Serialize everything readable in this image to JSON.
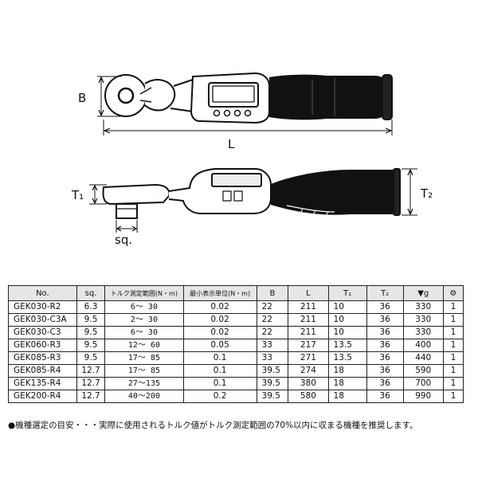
{
  "drawing": {
    "top_dim_height": "B",
    "top_dim_length": "L",
    "side_dim_t1": "T₁",
    "side_dim_t2": "T₂",
    "side_dim_sq": "sq."
  },
  "table": {
    "headers": {
      "no": "No.",
      "sq": "sq.",
      "range": "トルク測定範囲(N・m)",
      "min_unit": "最小表示単位(N・m)",
      "b": "B",
      "l": "L",
      "t1": "T₁",
      "t2": "T₂",
      "weight": "▼g",
      "qty": "⚙"
    },
    "rows": [
      {
        "no": "GEK030-R2",
        "sq": "6.3",
        "range": "6～ 30",
        "min": "0.02",
        "b": "22",
        "l": "211",
        "t1": "10",
        "t2": "36",
        "g": "330",
        "qty": "1"
      },
      {
        "no": "GEK030-C3A",
        "sq": "9.5",
        "range": "2～ 30",
        "min": "0.02",
        "b": "22",
        "l": "211",
        "t1": "10",
        "t2": "36",
        "g": "330",
        "qty": "1"
      },
      {
        "no": "GEK030-C3",
        "sq": "9.5",
        "range": "6～ 30",
        "min": "0.02",
        "b": "22",
        "l": "211",
        "t1": "10",
        "t2": "36",
        "g": "330",
        "qty": "1"
      },
      {
        "no": "GEK060-R3",
        "sq": "9.5",
        "range": "12～ 60",
        "min": "0.05",
        "b": "33",
        "l": "217",
        "t1": "13.5",
        "t2": "36",
        "g": "400",
        "qty": "1"
      },
      {
        "no": "GEK085-R3",
        "sq": "9.5",
        "range": "17～ 85",
        "min": "0.1",
        "b": "33",
        "l": "271",
        "t1": "13.5",
        "t2": "36",
        "g": "440",
        "qty": "1"
      },
      {
        "no": "GEK085-R4",
        "sq": "12.7",
        "range": "17～ 85",
        "min": "0.1",
        "b": "39.5",
        "l": "274",
        "t1": "18",
        "t2": "36",
        "g": "590",
        "qty": "1"
      },
      {
        "no": "GEK135-R4",
        "sq": "12.7",
        "range": "27～135",
        "min": "0.1",
        "b": "39.5",
        "l": "380",
        "t1": "18",
        "t2": "36",
        "g": "700",
        "qty": "1"
      },
      {
        "no": "GEK200-R4",
        "sq": "12.7",
        "range": "40～200",
        "min": "0.2",
        "b": "39.5",
        "l": "580",
        "t1": "18",
        "t2": "36",
        "g": "990",
        "qty": "1"
      }
    ]
  },
  "footnote": "●機種選定の目安・・・実際に使用されるトルク値がトルク測定範囲の70%以内に収まる機種を推奨します。"
}
